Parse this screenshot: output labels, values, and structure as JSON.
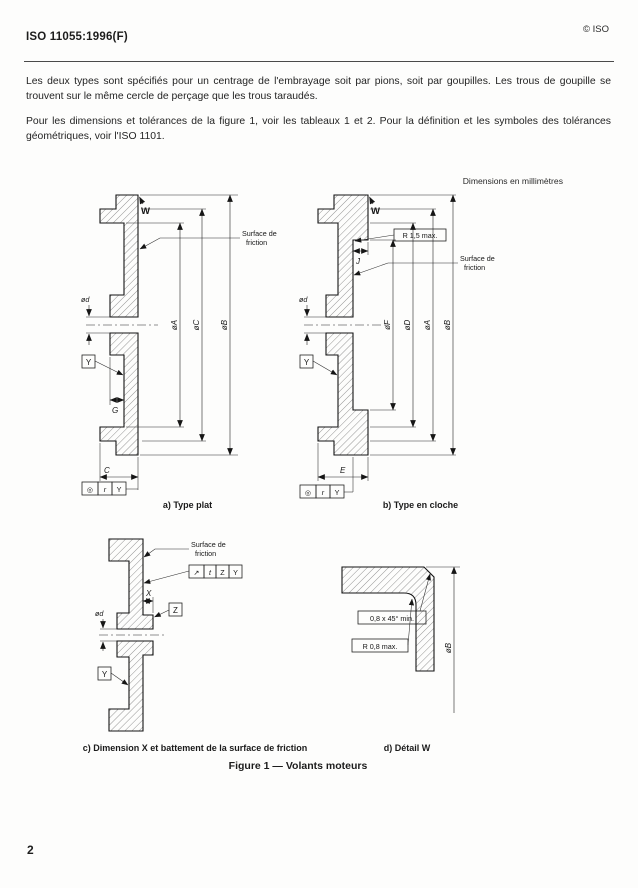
{
  "header": {
    "doc_number": "ISO 11055:1996(F)",
    "copyright": "© ISO"
  },
  "intro": {
    "para1": "Les deux types sont spécifiés pour un centrage de l'embrayage soit par pions, soit par goupilles. Les trous de goupille se trouvent sur le même cercle de perçage que les trous taraudés.",
    "para2": "Pour les dimensions et tolérances de la figure 1, voir les tableaux 1 et 2. Pour la définition et les symboles des tolérances géométriques, voir l'ISO 1101.",
    "dimensions_note": "Dimensions en millimètres"
  },
  "figure": {
    "caption": "Figure 1 — Volants moteurs",
    "surface_label_line1": "Surface de",
    "surface_label_line2": "friction",
    "sub_a": {
      "caption": "a) Type plat",
      "w": "W",
      "dia_small": "ød",
      "dia_a": "øA",
      "dia_c": "øC",
      "dia_b": "øB",
      "dim_g": "G",
      "dim_c": "C",
      "datum_y": "Y",
      "fcf": {
        "symbol": "◎",
        "tolerance": "r",
        "datum": "Y"
      }
    },
    "sub_b": {
      "caption": "b) Type en cloche",
      "w": "W",
      "radius_note": "R 1,5 max.",
      "dim_j": "J",
      "dia_small": "ød",
      "dia_f": "øF",
      "dia_d": "øD",
      "dia_a": "øA",
      "dia_b": "øB",
      "dim_e": "E",
      "datum_y": "Y",
      "fcf": {
        "symbol": "◎",
        "tolerance": "r",
        "datum": "Y"
      }
    },
    "sub_c": {
      "caption": "c) Dimension X et battement de la surface de friction",
      "fcf": {
        "symbol": "↗",
        "tolerance": "t",
        "datum1": "Z",
        "datum2": "Y"
      },
      "datum_z": "Z",
      "dim_x": "X",
      "dia_small": "ød",
      "datum_y": "Y"
    },
    "sub_d": {
      "caption": "d) Détail W",
      "chamfer_note": "0,8 x 45° min.",
      "radius_note": "R 0,8 max.",
      "dia_b": "øB"
    }
  },
  "footer": {
    "page_number": "2"
  }
}
